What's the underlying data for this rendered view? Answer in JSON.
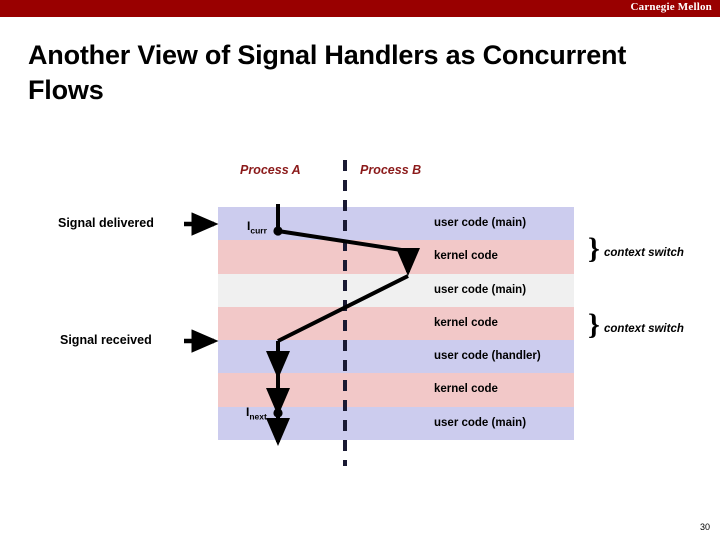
{
  "banner": {
    "institution": "Carnegie Mellon",
    "color": "#990000"
  },
  "slide": {
    "title": "Another View of Signal Handlers as Concurrent Flows",
    "number": "30"
  },
  "diagram": {
    "process_headers": [
      {
        "label": "Process A",
        "color": "#8b1a1a"
      },
      {
        "label": "Process B",
        "color": "#8b1a1a"
      }
    ],
    "divider": "dashed-vertical-line",
    "bands": [
      {
        "label": "user code (main)",
        "fill": "#ccccee"
      },
      {
        "label": "kernel code",
        "fill": "#f2c8c8"
      },
      {
        "label": "user code (main)",
        "fill": "#f0f0f0"
      },
      {
        "label": "kernel code",
        "fill": "#f2c8c8"
      },
      {
        "label": "user code (handler)",
        "fill": "#ccccee"
      },
      {
        "label": "kernel code",
        "fill": "#f2c8c8"
      },
      {
        "label": "user code (main)",
        "fill": "#ccccee"
      }
    ],
    "left_annotations": [
      {
        "label": "Signal delivered",
        "arrow": "right-arrow"
      },
      {
        "label": "Signal received",
        "arrow": "right-arrow"
      }
    ],
    "right_annotations": [
      {
        "label": "context switch",
        "brace": "}"
      },
      {
        "label": "context switch",
        "brace": "}"
      }
    ],
    "instruction_markers": [
      {
        "base": "I",
        "sub": "curr"
      },
      {
        "base": "I",
        "sub": "next"
      }
    ]
  }
}
